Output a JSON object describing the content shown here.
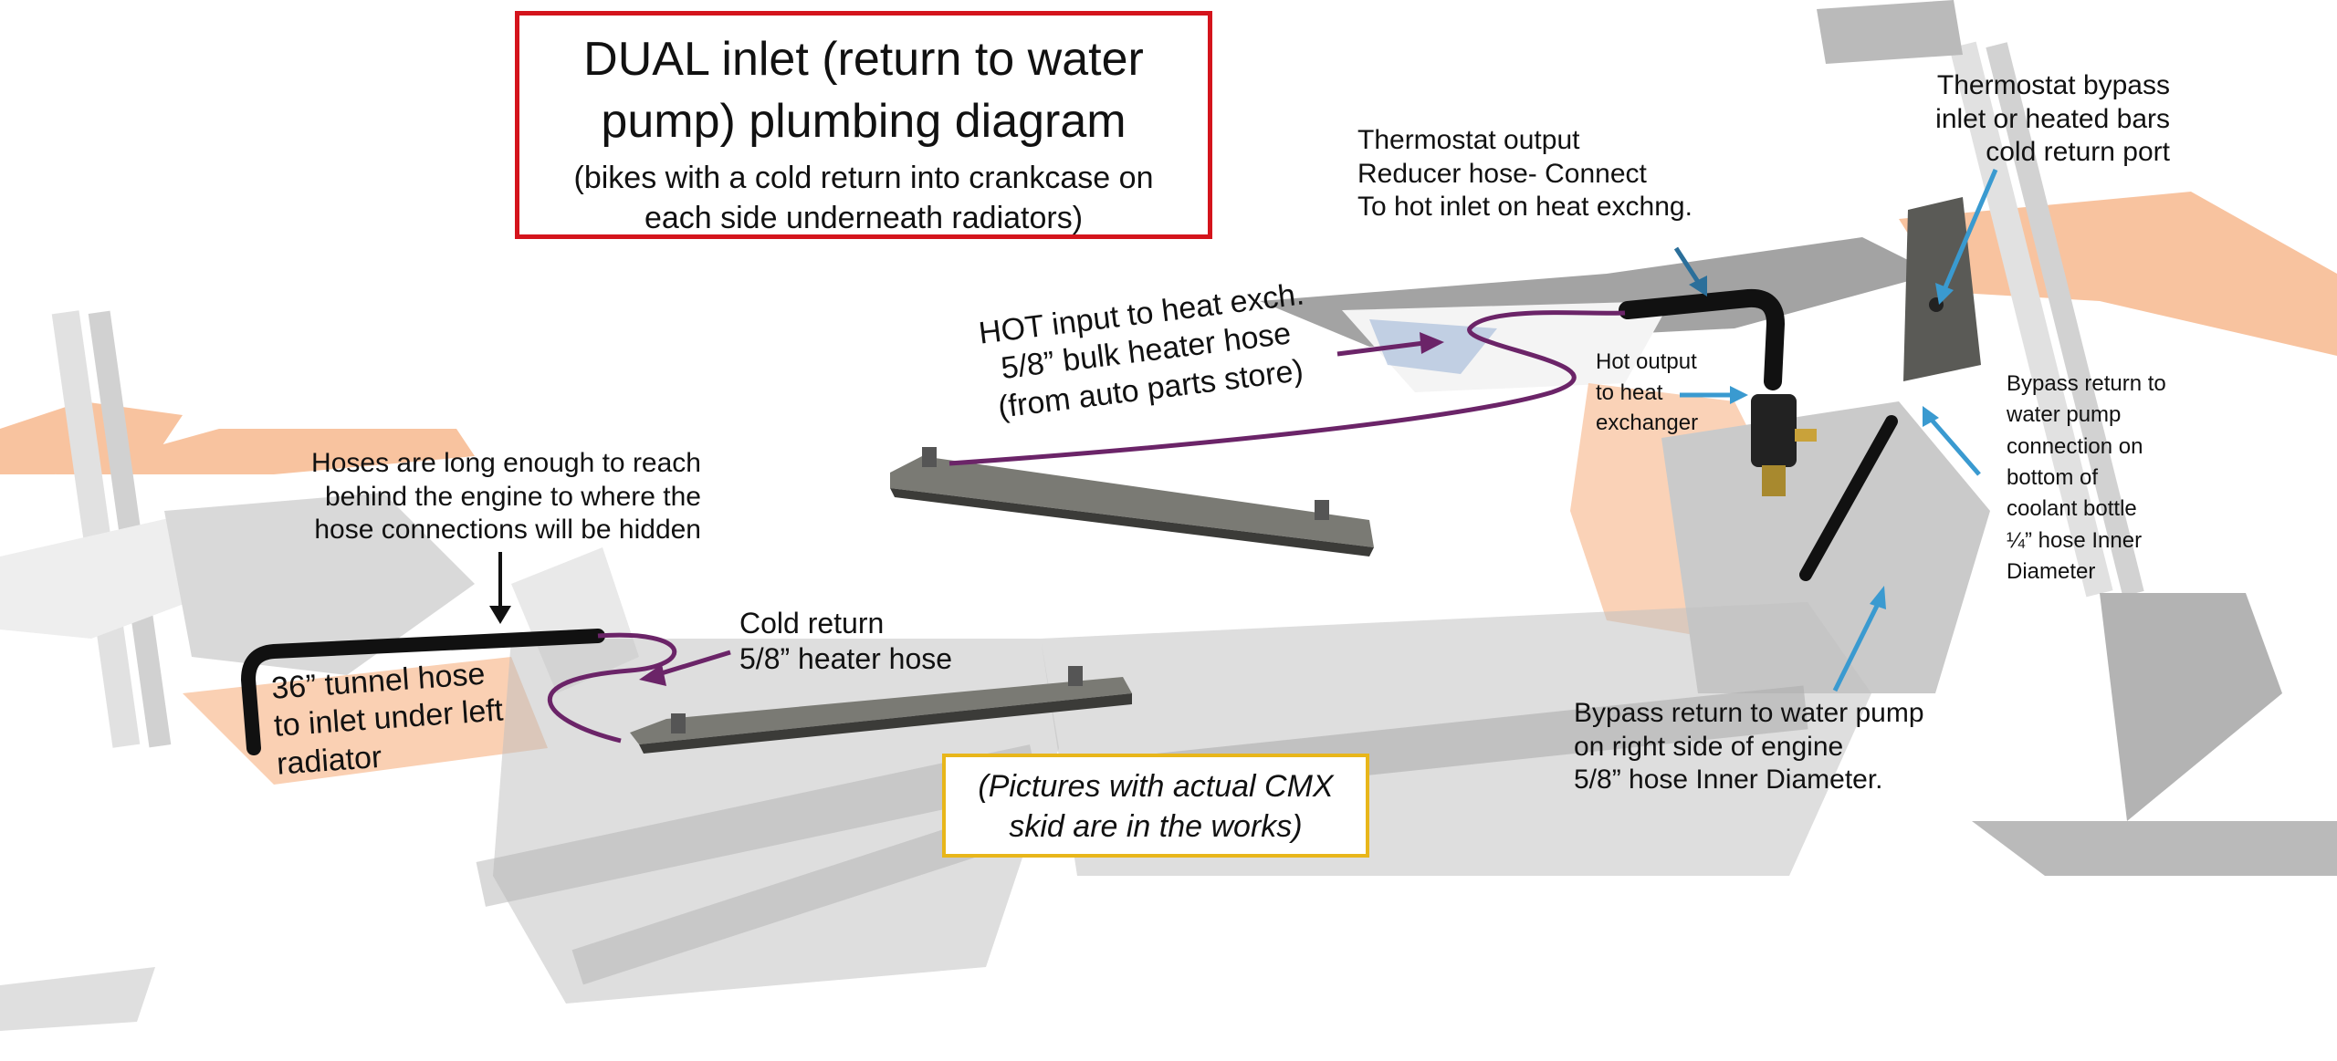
{
  "title": {
    "main": "DUAL inlet (return to water pump) plumbing diagram",
    "sub": "(bikes with a cold return into crankcase on each side underneath radiators)"
  },
  "note": "(Pictures with actual CMX skid are in the works)",
  "labels": {
    "hoses_long": [
      "Hoses are long enough to reach",
      "behind the engine to where the",
      "hose connections will be hidden"
    ],
    "tunnel_hose": [
      "36” tunnel hose",
      "to inlet under left",
      "radiator"
    ],
    "cold_return": [
      "Cold return",
      "5/8” heater hose"
    ],
    "hot_input": [
      "HOT input to heat exch.",
      "5/8” bulk heater hose",
      "(from auto parts store)"
    ],
    "thermostat_output": [
      "Thermostat output",
      "Reducer hose- Connect",
      "To hot inlet on heat exchng."
    ],
    "hot_output": [
      "Hot output",
      "to heat",
      "exchanger"
    ],
    "thermostat_bypass": [
      "Thermostat bypass",
      "inlet or heated bars",
      "cold return port"
    ],
    "bypass_bottle": [
      "Bypass return to",
      "water pump",
      "connection on",
      "bottom of",
      "coolant bottle",
      "¼” hose Inner",
      "Diameter"
    ],
    "bypass_engine": [
      "Bypass return to water pump",
      "on right side of engine",
      "5/8” hose Inner Diameter."
    ]
  },
  "colors": {
    "title_border": "#d4141c",
    "note_border": "#e8b61a",
    "hose_purple": "#6b2468",
    "arrow_blue": "#3a9ad0",
    "hose_black": "#111111",
    "bike_orange": "#f07a2a"
  }
}
